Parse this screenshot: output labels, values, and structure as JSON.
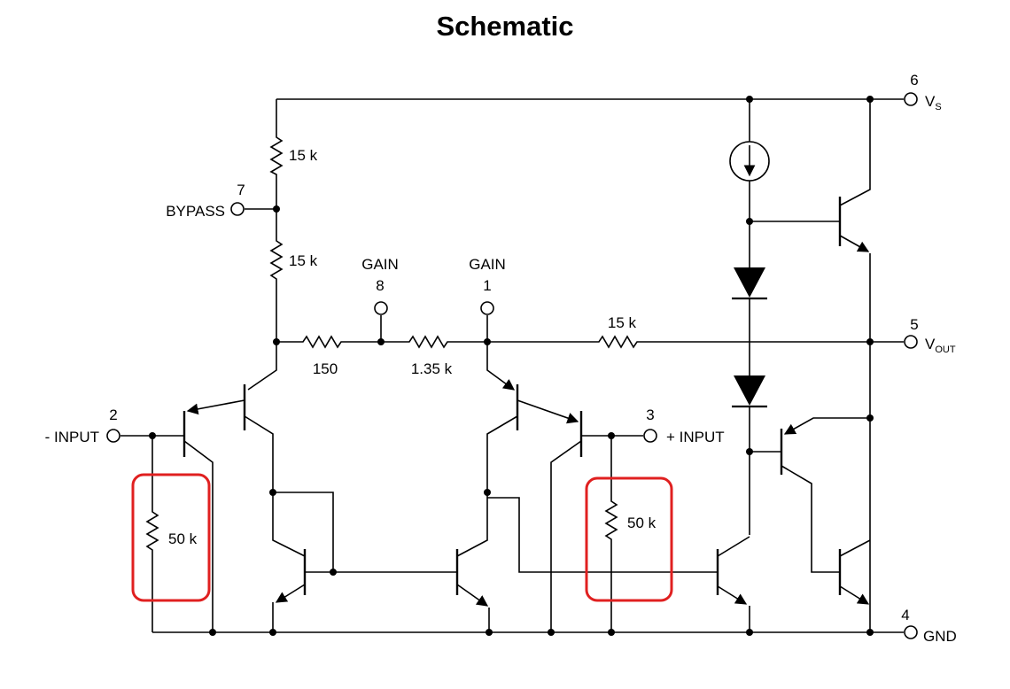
{
  "title": "Schematic",
  "pins": {
    "vs": {
      "number": "6",
      "label": "V",
      "sub": "S"
    },
    "bypass": {
      "number": "7",
      "label": "BYPASS"
    },
    "gain8": {
      "number": "8",
      "label": "GAIN"
    },
    "gain1": {
      "number": "1",
      "label": "GAIN"
    },
    "vout": {
      "number": "5",
      "label": "V",
      "sub": "OUT"
    },
    "neg_input": {
      "number": "2",
      "label": "- INPUT"
    },
    "pos_input": {
      "number": "3",
      "label": "+ INPUT"
    },
    "gnd": {
      "number": "4",
      "label": "GND"
    }
  },
  "resistors": {
    "r_top": "15 k",
    "r_mid": "15 k",
    "r_150": "150",
    "r_135": "1.35 k",
    "r_fb": "15 k",
    "r_in_left": "50 k",
    "r_in_right": "50 k"
  },
  "highlight_color": "#e02020"
}
